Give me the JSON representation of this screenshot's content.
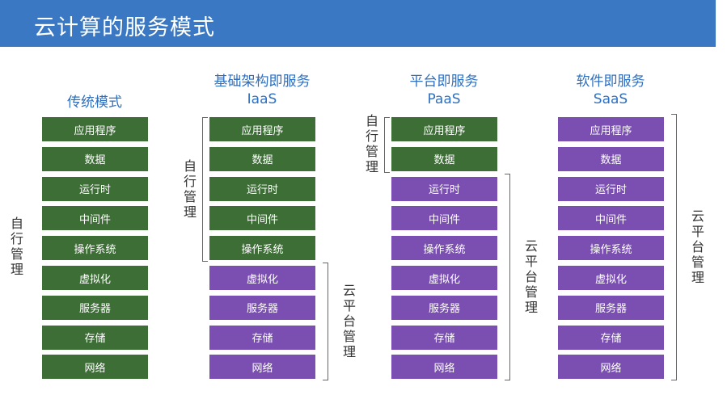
{
  "header": {
    "title": "云计算的服务模式"
  },
  "colors": {
    "self_managed": "#3d6e36",
    "cloud_managed": "#7a4fb1",
    "header": "#3a78c4"
  },
  "labels": {
    "self_managed": "自行管理",
    "cloud_managed": "云平台管理"
  },
  "columns": [
    {
      "title": "传统模式",
      "subtitle": "",
      "self_count": 9,
      "layers": [
        "应用程序",
        "数据",
        "运行时",
        "中间件",
        "操作系统",
        "虚拟化",
        "服务器",
        "存储",
        "网络"
      ]
    },
    {
      "title": "基础架构即服务",
      "subtitle": "IaaS",
      "self_count": 5,
      "layers": [
        "应用程序",
        "数据",
        "运行时",
        "中间件",
        "操作系统",
        "虚拟化",
        "服务器",
        "存储",
        "网络"
      ]
    },
    {
      "title": "平台即服务",
      "subtitle": "PaaS",
      "self_count": 2,
      "layers": [
        "应用程序",
        "数据",
        "运行时",
        "中间件",
        "操作系统",
        "虚拟化",
        "服务器",
        "存储",
        "网络"
      ]
    },
    {
      "title": "软件即服务",
      "subtitle": "SaaS",
      "self_count": 0,
      "layers": [
        "应用程序",
        "数据",
        "运行时",
        "中间件",
        "操作系统",
        "虚拟化",
        "服务器",
        "存储",
        "网络"
      ]
    }
  ]
}
